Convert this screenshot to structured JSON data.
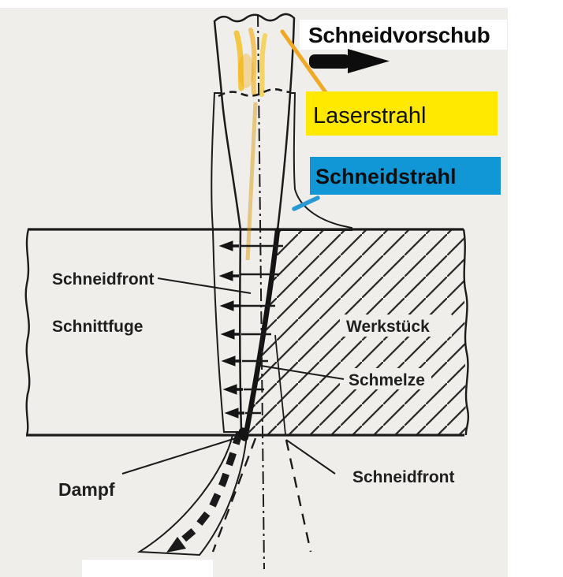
{
  "figure": {
    "callouts": {
      "feed": "Schneidvorschub",
      "laser": "Laserstrahl",
      "cut_jet": "Schneidstrahl"
    },
    "labels": {
      "cutting_front_upper": "Schneidfront",
      "kerf": "Schnittfuge",
      "workpiece": "Werkstück",
      "melt": "Schmelze",
      "vapor": "Dampf",
      "cutting_front_lower": "Schneidfront"
    },
    "colors": {
      "paper": "#f0eeea",
      "laser_beam_yellow": "#eebc08",
      "laser_tag_bg": "#ffe900",
      "cut_jet_tag_bg": "#1196d6",
      "ink": "#1c1c1c",
      "orange_leader": "#f0a827",
      "blue_leader": "#2a9ad4"
    }
  }
}
